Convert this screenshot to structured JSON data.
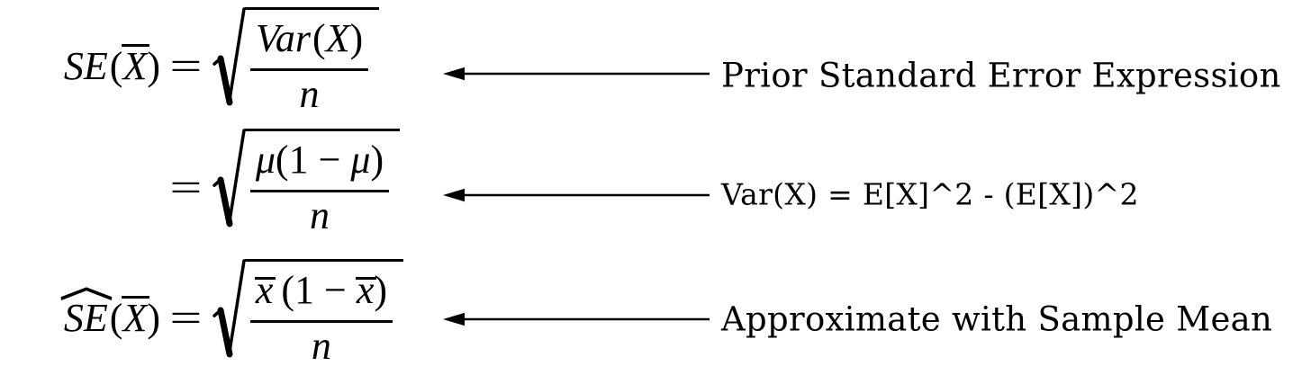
{
  "colors": {
    "background": "#ffffff",
    "ink": "#000000"
  },
  "equations": [
    {
      "name": "prior-standard-error",
      "lhs": {
        "func": "SE",
        "open": "(",
        "arg": "X",
        "close": ")"
      },
      "equals": "=",
      "sqrt": {
        "numerator": {
          "func": "Var",
          "open": "(",
          "arg": "X",
          "close": ")"
        },
        "denominator": "n"
      },
      "annotation": "Prior Standard Error Expression"
    },
    {
      "name": "bernoulli-variance-substitution",
      "equals": "=",
      "sqrt": {
        "numerator": {
          "arg1": "μ",
          "open": "(",
          "one": "1",
          "minus": "−",
          "arg2": "μ",
          "close": ")"
        },
        "denominator": "n"
      },
      "annotation": "Var(X) = E[X]^2 - (E[X])^2"
    },
    {
      "name": "sample-mean-estimate",
      "lhs": {
        "func": "SE",
        "open": "(",
        "arg": "X",
        "close": ")"
      },
      "equals": "=",
      "sqrt": {
        "numerator": {
          "arg1": "x",
          "open": "(",
          "one": "1",
          "minus": "−",
          "arg2": "x",
          "close": ")"
        },
        "denominator": "n"
      },
      "annotation": "Approximate with Sample Mean"
    }
  ]
}
